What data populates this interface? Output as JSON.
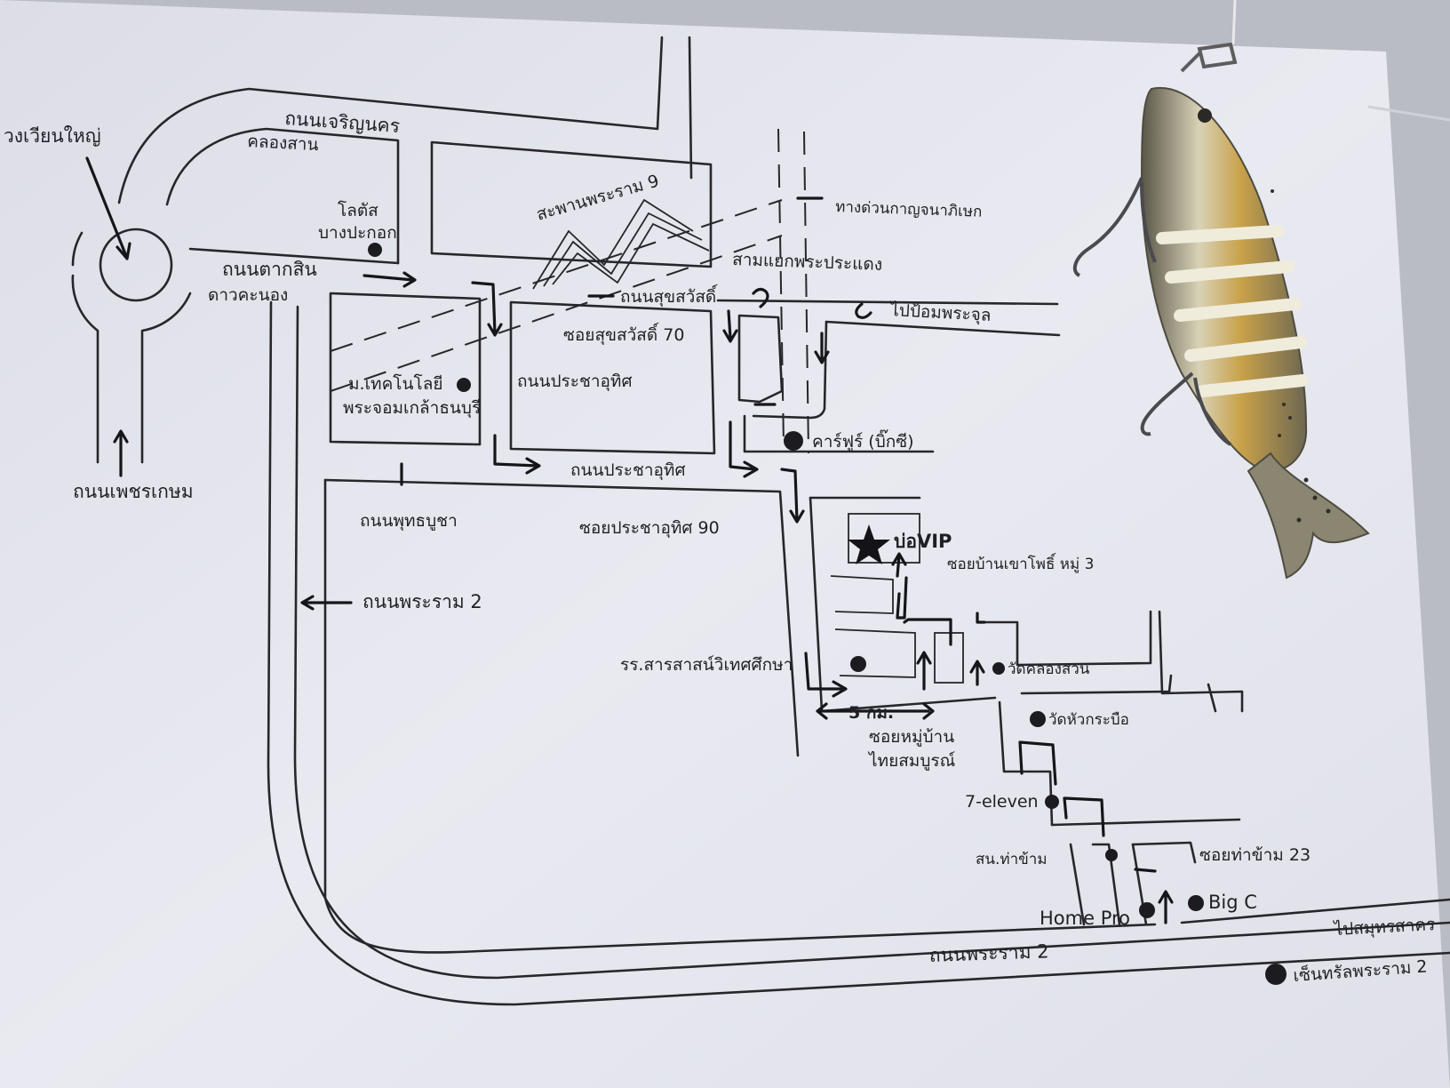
{
  "labels": {
    "big_circle": "วงเวียนใหญ่",
    "charoen_nakhon": "ถนนเจริญนคร",
    "khlong_san": "คลองสาน",
    "lotus": "โลตัส",
    "bang_pakok": "บางปะกอก",
    "rama9_bridge": "สะพานพระราม 9",
    "expressway": "ทางด่วนกาญจนาภิเษก",
    "taksin": "ถนนตากสิน",
    "dao_khanong": "ดาวคะนอง",
    "sam_yaek": "สามแยกพระประแดง",
    "suksawat": "ถนนสุขสวัสดิ์",
    "to_pom": "ไปป้อมพระจุล",
    "soi_suksawat70": "ซอยสุขสวัสดิ์ 70",
    "kmutt_1": "ม.เทคโนโลยี",
    "kmutt_2": "พระจอมเกล้าธนบุรี",
    "pracha_uthit_a": "ถนนประชาอุทิศ",
    "carrefour": "คาร์ฟูร์ (บิ๊กซี)",
    "pracha_uthit_b": "ถนนประชาอุทิศ",
    "phetkasem": "ถนนเพชรเกษม",
    "phutthabucha": "ถนนพุทธบูชา",
    "soi_pracha_uthit90": "ซอยประชาอุทิศ 90",
    "vip_pond": "บ่อVIP",
    "soi_ban_khao_pho": "ซอยบ้านเขาโพธิ์ หมู่ 3",
    "rama2_west": "ถนนพระราม 2",
    "school": "รร.สารสาสน์วิเทศศึกษา",
    "wat_khlong_suan": "วัดคลองสวน",
    "five_km": "5 กม.",
    "wat_hua_krabue": "วัดหัวกระบือ",
    "soi_village_1": "ซอยหมู่บ้าน",
    "soi_village_2": "ไทยสมบูรณ์",
    "seven_eleven": "7-eleven",
    "sn_tha_kham": "สน.ท่าข้าม",
    "soi_tha_kham23": "ซอยท่าข้าม 23",
    "home_pro": "Home Pro",
    "big_c": "Big C",
    "to_samut_sakhon": "ไปสมุทรสาคร",
    "rama2_south": "ถนนพระราม 2",
    "central_rama2": "เซ็นทรัลพระราม 2"
  },
  "colors": {
    "paper": "#e6e7ee",
    "ink": "#26262b",
    "table": "#b9bcc3",
    "lure_body": "#c4bfa4",
    "lure_gold": "#d2a94e"
  }
}
